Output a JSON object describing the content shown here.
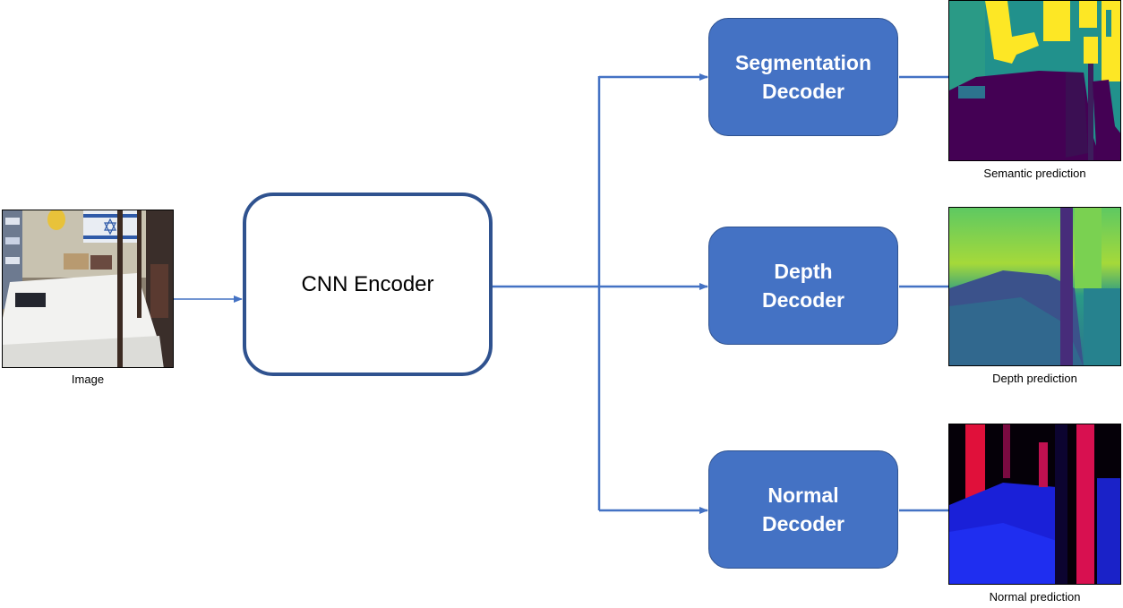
{
  "input": {
    "caption": "Image"
  },
  "encoder": {
    "label": "CNN Encoder"
  },
  "decoders": [
    {
      "label": "Segmentation\nDecoder",
      "output_caption": "Semantic prediction"
    },
    {
      "label": "Depth\nDecoder",
      "output_caption": "Depth prediction"
    },
    {
      "label": "Normal\nDecoder",
      "output_caption": "Normal prediction"
    }
  ],
  "colors": {
    "decoder_fill": "#4472c4",
    "box_border": "#2f528f",
    "arrow": "#4472c4",
    "background": "#ffffff"
  }
}
